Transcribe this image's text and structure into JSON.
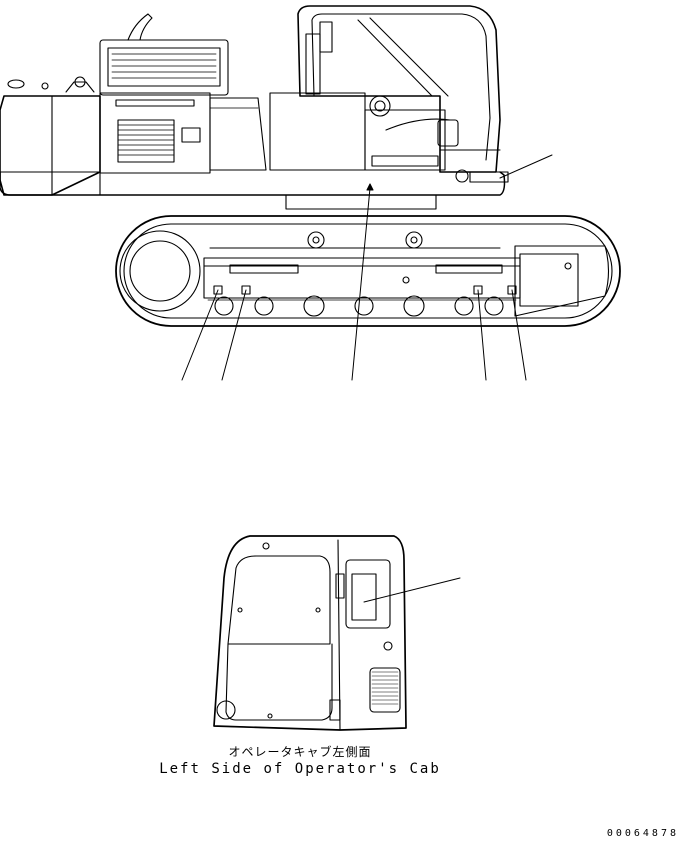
{
  "captions": {
    "jp": "オペレータキャブ左側面",
    "en": "Left Side of Operator's Cab"
  },
  "document_number": "00064878",
  "colors": {
    "line": "#000000",
    "background": "#ffffff"
  }
}
